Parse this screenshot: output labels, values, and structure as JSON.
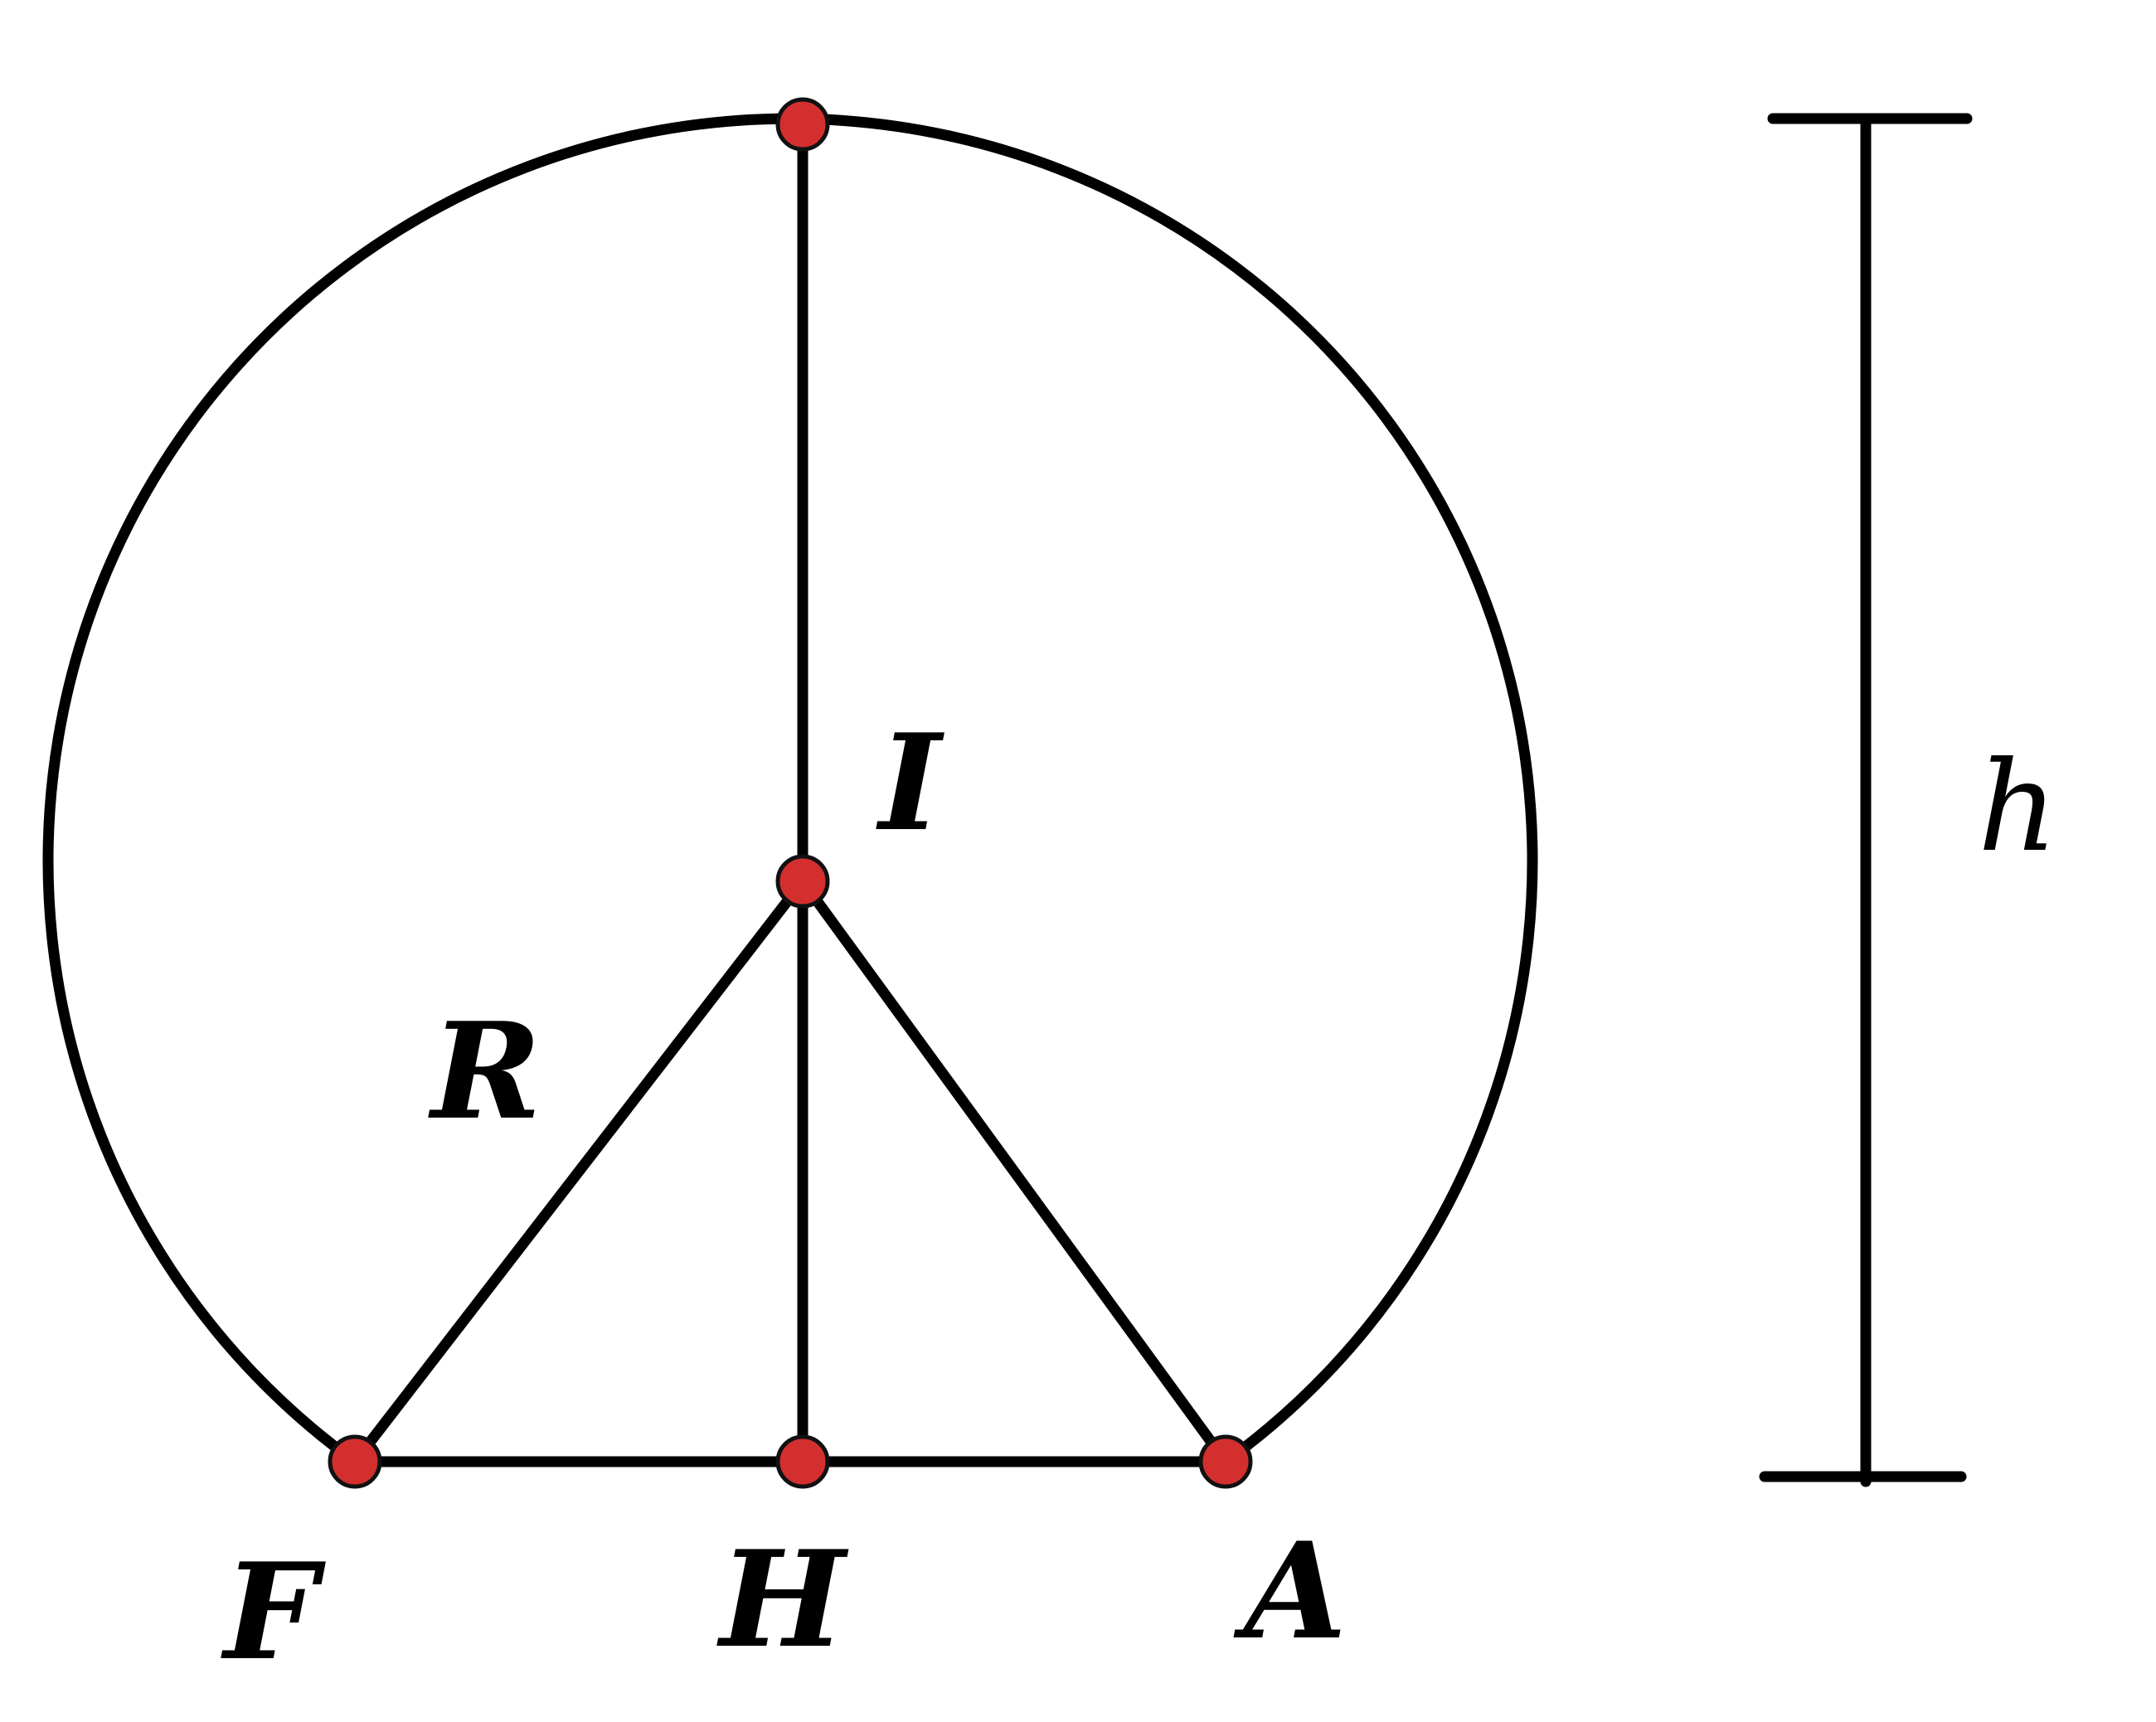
{
  "labels": {
    "I": "I",
    "R": "R",
    "F": "F",
    "H": "H",
    "A": "A",
    "h": "h"
  },
  "colors": {
    "stroke": "#000000",
    "point_fill": "#d32f2f",
    "point_outline": "#111111"
  }
}
